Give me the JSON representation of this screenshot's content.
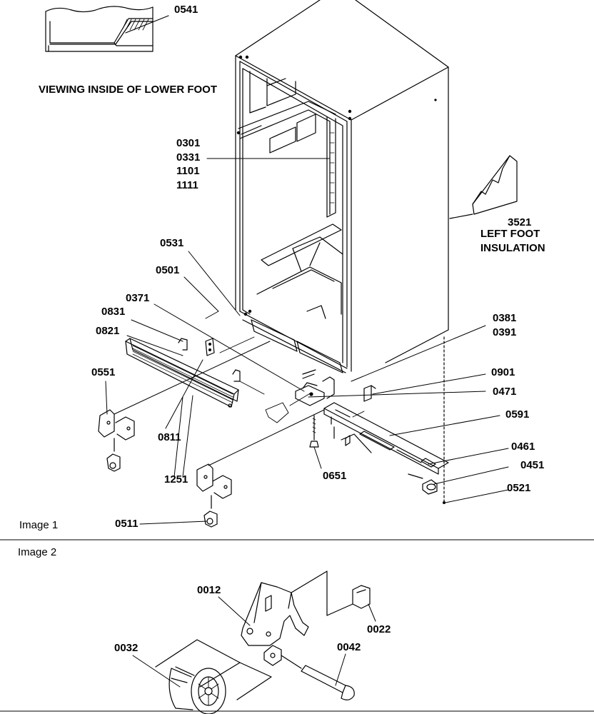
{
  "header": {
    "view_caption": "VIEWING INSIDE OF LOWER FOOT",
    "inset_part": "0541"
  },
  "image1": {
    "caption": "Image 1",
    "parts": {
      "p0301": "0301",
      "p0331": "0331",
      "p1101": "1101",
      "p1111": "1111",
      "p3521": "3521",
      "left_foot_1": "LEFT FOOT",
      "left_foot_2": "INSULATION",
      "p0531": "0531",
      "p0501": "0501",
      "p0371": "0371",
      "p0831": "0831",
      "p0821": "0821",
      "p0381": "0381",
      "p0391": "0391",
      "p0901": "0901",
      "p0471": "0471",
      "p0551": "0551",
      "p0591": "0591",
      "p0461": "0461",
      "p0451": "0451",
      "p0811": "0811",
      "p0651": "0651",
      "p1251": "1251",
      "p0521": "0521",
      "p0511": "0511"
    }
  },
  "image2": {
    "caption": "Image 2",
    "parts": {
      "p0012": "0012",
      "p0022": "0022",
      "p0032": "0032",
      "p0042": "0042"
    }
  }
}
